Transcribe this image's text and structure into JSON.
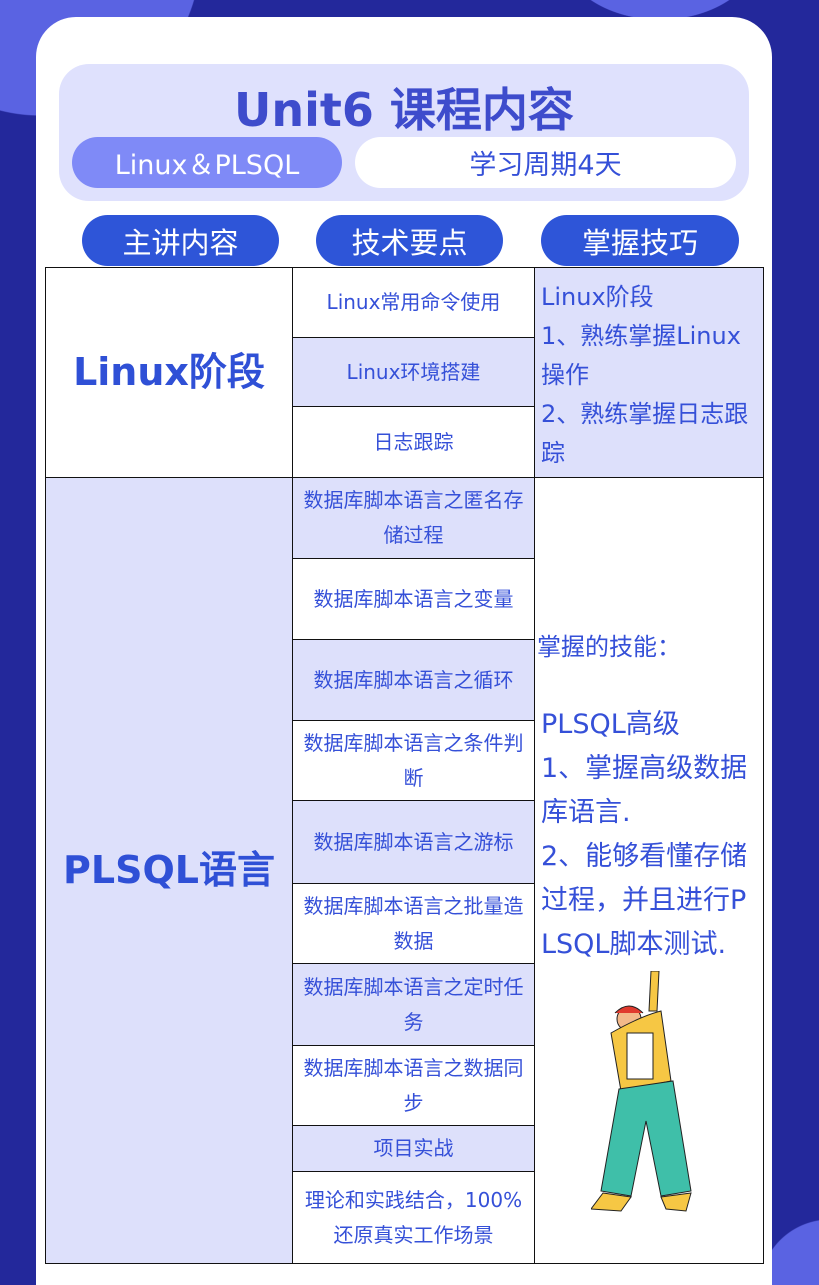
{
  "header": {
    "title": "Unit6 课程内容",
    "subject": "Linux＆PLSQL",
    "duration": "学习周期4天"
  },
  "columns": [
    "主讲内容",
    "技术要点",
    "掌握技巧"
  ],
  "sections": [
    {
      "name": "Linux阶段",
      "points": [
        "Linux常用命令使用",
        "Linux环境搭建",
        "日志跟踪"
      ],
      "skills": [
        "Linux阶段",
        "1、熟练掌握Linux操作",
        "2、熟练掌握日志跟踪"
      ]
    },
    {
      "name": "PLSQL语言",
      "points": [
        "数据库脚本语言之匿名存储过程",
        "数据库脚本语言之变量",
        "数据库脚本语言之循环",
        "数据库脚本语言之条件判断",
        "数据库脚本语言之游标",
        "数据库脚本语言之批量造数据",
        "数据库脚本语言之定时任务",
        "数据库脚本语言之数据同步",
        "项目实战",
        "理论和实践结合，100%还原真实工作场景"
      ],
      "skills_intro": "掌握的技能：",
      "skills": [
        "PLSQL高级",
        "1、掌握高级数据库语言.",
        "2、能够看懂存储过程，并且进行PLSQL脚本测试."
      ]
    }
  ],
  "colors": {
    "background": "#23289b",
    "accent": "#2e55d8",
    "text": "#3550d8",
    "lavender": "#dde0fb"
  }
}
